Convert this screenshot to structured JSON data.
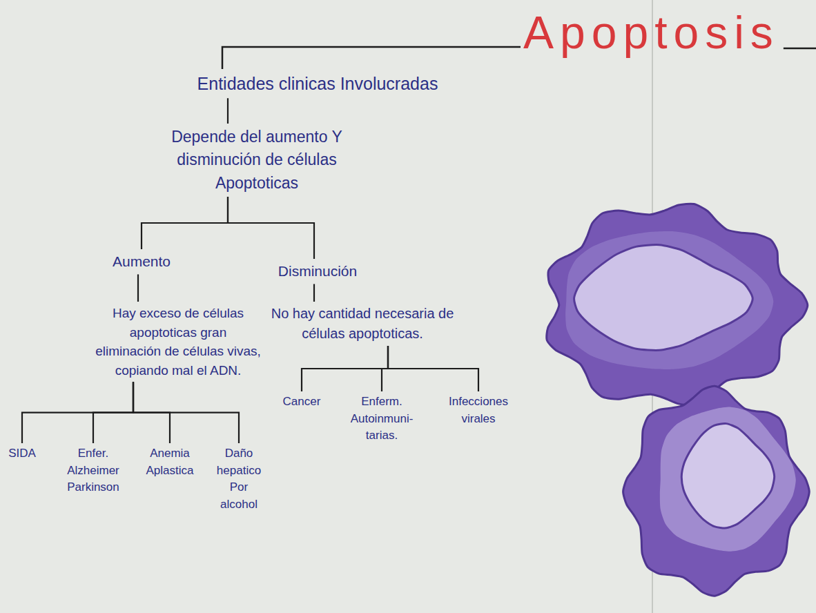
{
  "diagram": {
    "title": "Apoptosis",
    "nodes": [
      {
        "text": [
          "Entidades clinicas Involucradas"
        ]
      },
      {
        "text": [
          "Depende del aumento Y disminución de células Apoptoticas"
        ]
      },
      {
        "text": [
          "Aumento"
        ]
      },
      {
        "text": [
          "Disminución"
        ]
      },
      {
        "text": [
          "Hay exceso de células apoptoticas gran eliminación de células vivas, copiando mal el ADN."
        ]
      },
      {
        "text": [
          "No hay cantidad necesaria de células apoptoticas."
        ]
      },
      {
        "text": [
          "SIDA"
        ]
      },
      {
        "text": [
          "Enfer. Alzheimer Parkinson"
        ]
      },
      {
        "text": [
          "Anemia Aplastica"
        ]
      },
      {
        "text": [
          "Daño hepatico Por alcohol"
        ]
      },
      {
        "text": [
          "Cancer"
        ]
      },
      {
        "text": [
          "Enferm. Autoinmuni- tarias."
        ]
      },
      {
        "text": [
          "Infecciones virales"
        ]
      }
    ],
    "edges": [
      {
        "from": 0,
        "to": 1,
        "arrow": "none"
      },
      {
        "from": 1,
        "to": 2,
        "arrow": "none"
      },
      {
        "from": 1,
        "to": 3,
        "arrow": "none"
      },
      {
        "from": 2,
        "to": 4,
        "arrow": "none"
      },
      {
        "from": 3,
        "to": 5,
        "arrow": "none"
      },
      {
        "from": 4,
        "to": 6,
        "arrow": "none"
      },
      {
        "from": 4,
        "to": 7,
        "arrow": "none"
      },
      {
        "from": 4,
        "to": 8,
        "arrow": "none"
      },
      {
        "from": 4,
        "to": 9,
        "arrow": "none"
      },
      {
        "from": 5,
        "to": 10,
        "arrow": "none"
      },
      {
        "from": 5,
        "to": 11,
        "arrow": "none"
      },
      {
        "from": 5,
        "to": 12,
        "arrow": "none"
      }
    ]
  }
}
